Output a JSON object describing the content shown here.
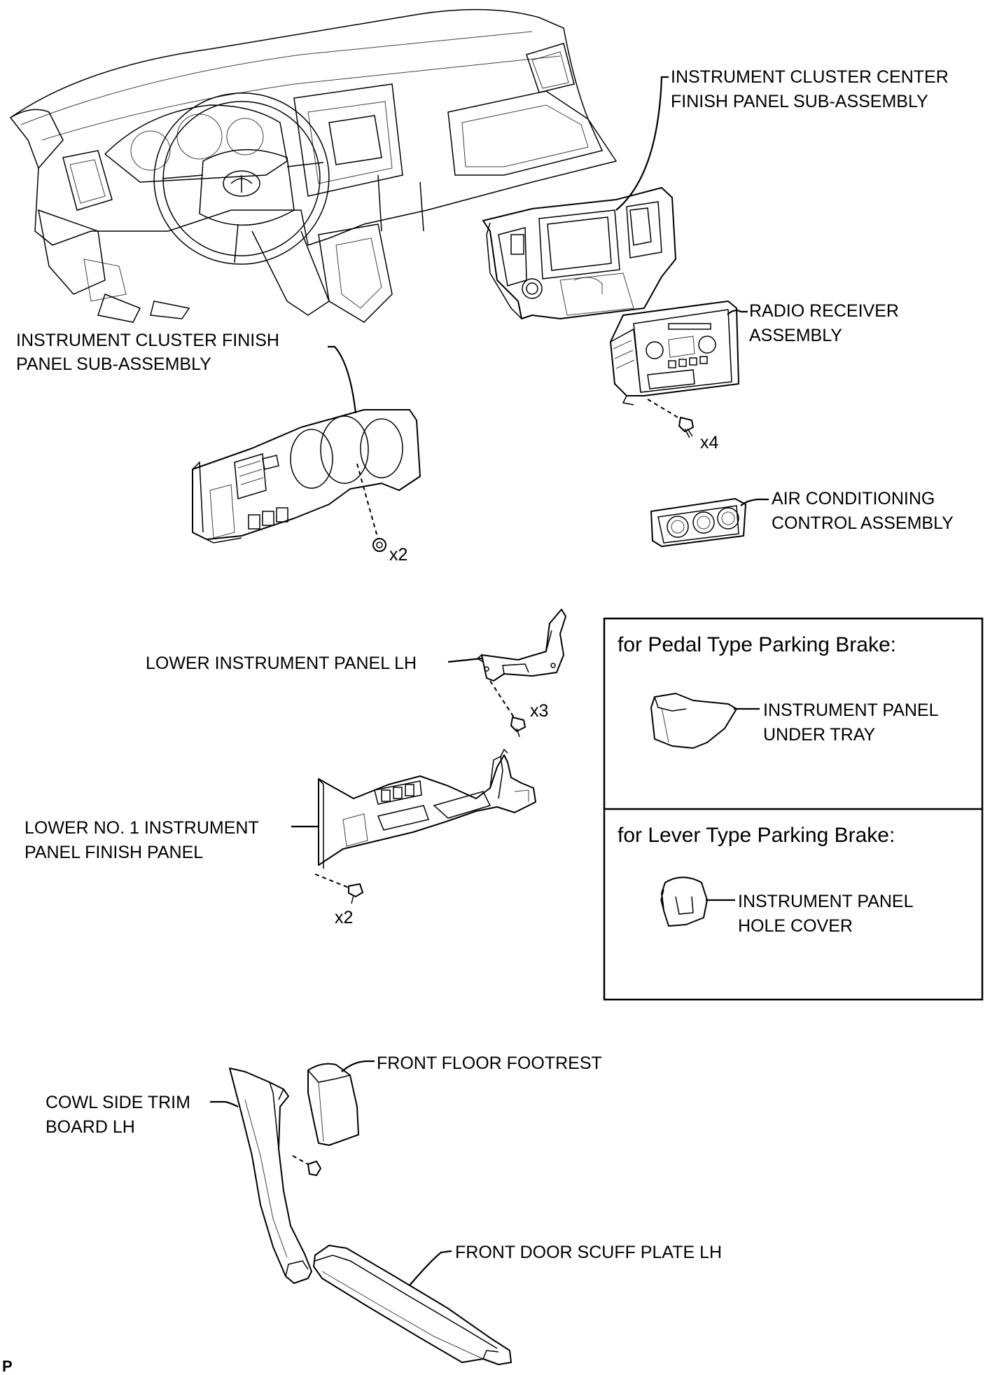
{
  "callouts": {
    "center_panel": {
      "line1": "INSTRUMENT CLUSTER CENTER",
      "line2": "FINISH PANEL SUB-ASSEMBLY"
    },
    "cluster_finish": {
      "line1": "INSTRUMENT CLUSTER FINISH",
      "line2": "PANEL SUB-ASSEMBLY"
    },
    "radio": {
      "line1": "RADIO RECEIVER",
      "line2": "ASSEMBLY"
    },
    "air_con": {
      "line1": "AIR CONDITIONING",
      "line2": "CONTROL ASSEMBLY"
    },
    "lower_lh": {
      "line1": "LOWER INSTRUMENT PANEL LH"
    },
    "lower_no1": {
      "line1": "LOWER NO. 1 INSTRUMENT",
      "line2": "PANEL FINISH PANEL"
    },
    "under_tray": {
      "line1": "INSTRUMENT PANEL",
      "line2": "UNDER TRAY"
    },
    "hole_cover": {
      "line1": "INSTRUMENT PANEL",
      "line2": "HOLE COVER"
    },
    "cowl_side": {
      "line1": "COWL SIDE TRIM",
      "line2": "BOARD LH"
    },
    "footrest": {
      "line1": "FRONT FLOOR FOOTREST"
    },
    "scuff_plate": {
      "line1": "FRONT DOOR SCUFF PLATE LH"
    }
  },
  "fasteners": {
    "cluster_finish": "x2",
    "radio": "x4",
    "lower_lh": "x3",
    "lower_no1": "x2"
  },
  "variants": {
    "pedal": "for Pedal Type Parking Brake:",
    "lever": "for Lever Type Parking Brake:"
  },
  "footer_code": "P"
}
